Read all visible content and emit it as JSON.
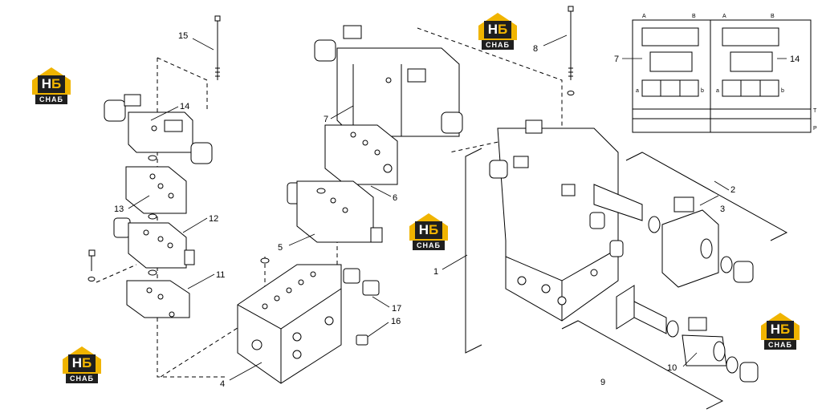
{
  "callouts": {
    "c1": "1",
    "c2": "2",
    "c3": "3",
    "c4": "4",
    "c5": "5",
    "c6": "6",
    "c7a": "7",
    "c7b": "7",
    "c8": "8",
    "c9": "9",
    "c10": "10",
    "c11": "11",
    "c12": "12",
    "c13": "13",
    "c14a": "14",
    "c14b": "14",
    "c15": "15",
    "c16": "16",
    "c17": "17"
  },
  "schematic": {
    "portA1": "A",
    "portB1": "B",
    "portA2": "A",
    "portB2": "B",
    "portT": "T",
    "portP": "P",
    "solA1": "a",
    "solB1": "b",
    "solA2": "a",
    "solB2": "b"
  },
  "logo": {
    "top": "H",
    "bottom": "Б",
    "caption": "СНАБ"
  },
  "colors": {
    "line": "#000000",
    "logo_dark": "#1f1f1f",
    "logo_accent": "#f0b400"
  }
}
